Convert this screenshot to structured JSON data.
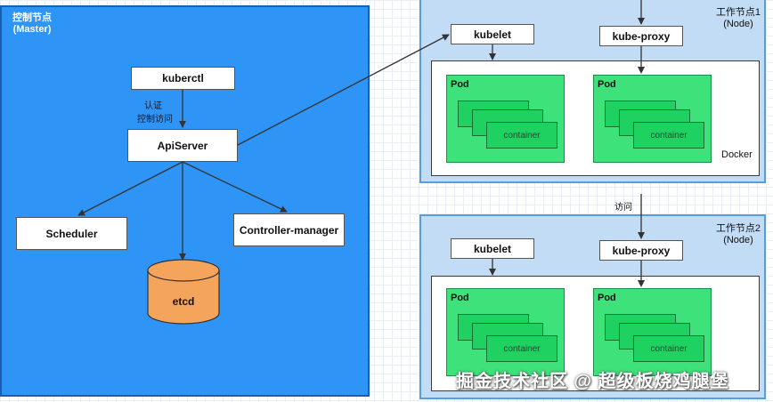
{
  "master": {
    "title": "控制节点",
    "subtitle": "(Master)",
    "kuberctl": "kuberctl",
    "auth_label_1": "认证",
    "auth_label_2": "控制访问",
    "apiserver": "ApiServer",
    "scheduler": "Scheduler",
    "controller_manager": "Controller-manager",
    "etcd": "etcd"
  },
  "node1": {
    "title": "工作节点1",
    "subtitle": "(Node)",
    "kubelet": "kubelet",
    "kube_proxy": "kube-proxy",
    "docker": "Docker",
    "pods": [
      {
        "label": "Pod",
        "container": "container"
      },
      {
        "label": "Pod",
        "container": "container"
      }
    ]
  },
  "node2": {
    "title": "工作节点2",
    "subtitle": "(Node)",
    "kubelet": "kubelet",
    "kube_proxy": "kube-proxy",
    "access_label": "访问",
    "pods": [
      {
        "label": "Pod",
        "container": "container"
      },
      {
        "label": "Pod",
        "container": "container"
      }
    ]
  },
  "watermark": "掘金技术社区 @ 超级板烧鸡腿堡"
}
